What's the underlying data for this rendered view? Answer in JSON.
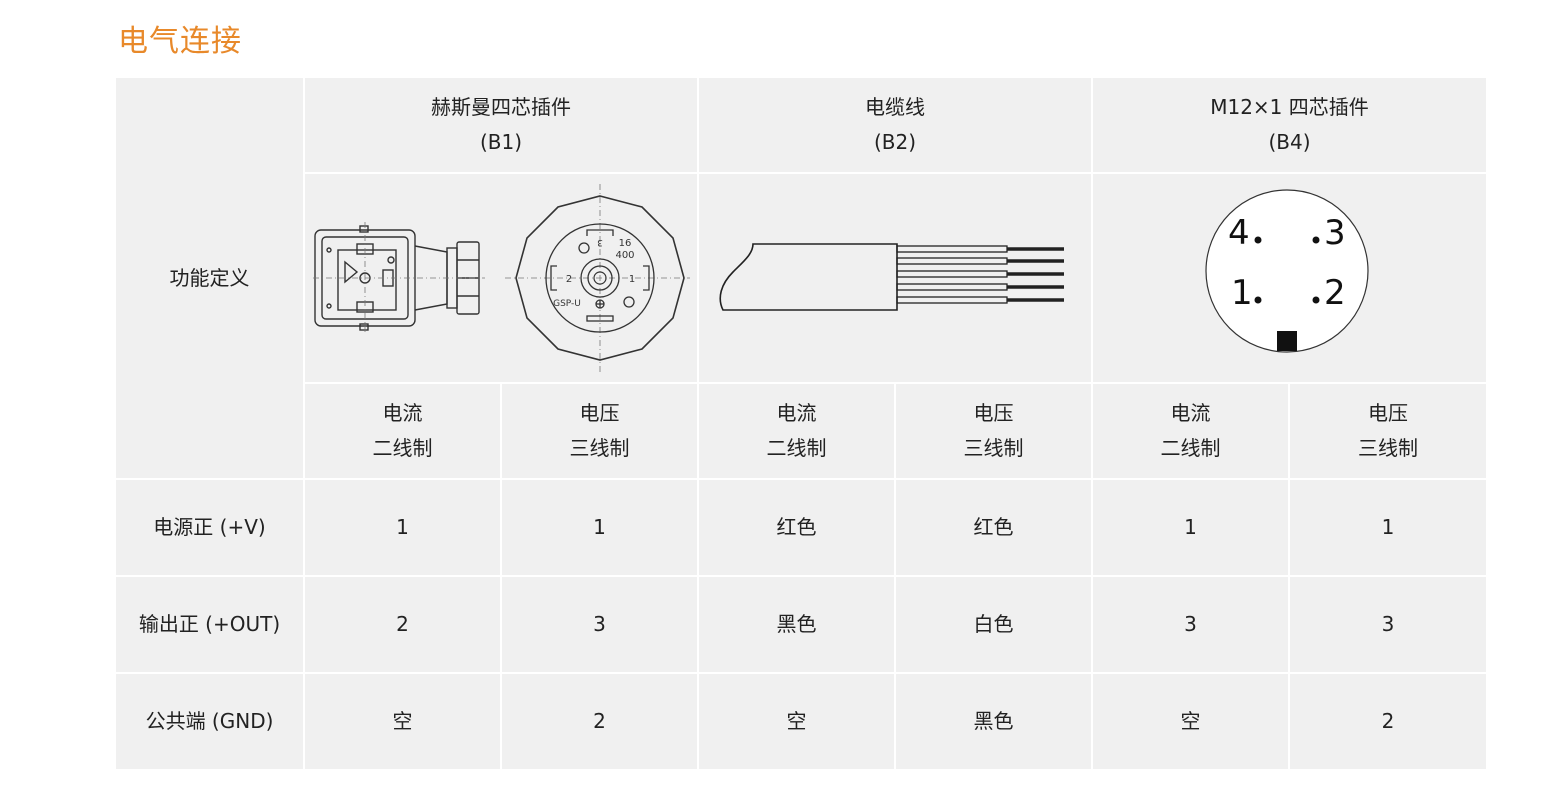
{
  "title": "电气连接",
  "corner_label": "功能定义",
  "connectors": [
    {
      "name": "赫斯曼四芯插件",
      "code": "(B1)"
    },
    {
      "name": "电缆线",
      "code": "(B2)"
    },
    {
      "name": "M12×1 四芯插件",
      "code": "(B4)"
    }
  ],
  "diagram_b1": {
    "label_16": "16",
    "label_400": "400",
    "label_gsp": "GSP-U",
    "pin_2": "2",
    "pin_1": "1",
    "pin_3": "3"
  },
  "diagram_b4": {
    "pin_4": "4",
    "pin_3": "3",
    "pin_1": "1",
    "pin_2": "2"
  },
  "modes": [
    {
      "line1": "电流",
      "line2": "二线制"
    },
    {
      "line1": "电压",
      "line2": "三线制"
    },
    {
      "line1": "电流",
      "line2": "二线制"
    },
    {
      "line1": "电压",
      "line2": "三线制"
    },
    {
      "line1": "电流",
      "line2": "二线制"
    },
    {
      "line1": "电压",
      "line2": "三线制"
    }
  ],
  "rows": [
    {
      "label": "电源正 (+V)",
      "values": [
        "1",
        "1",
        "红色",
        "红色",
        "1",
        "1"
      ]
    },
    {
      "label": "输出正 (+OUT)",
      "values": [
        "2",
        "3",
        "黑色",
        "白色",
        "3",
        "3"
      ]
    },
    {
      "label": "公共端 (GND)",
      "values": [
        "空",
        "2",
        "空",
        "黑色",
        "空",
        "2"
      ]
    }
  ]
}
